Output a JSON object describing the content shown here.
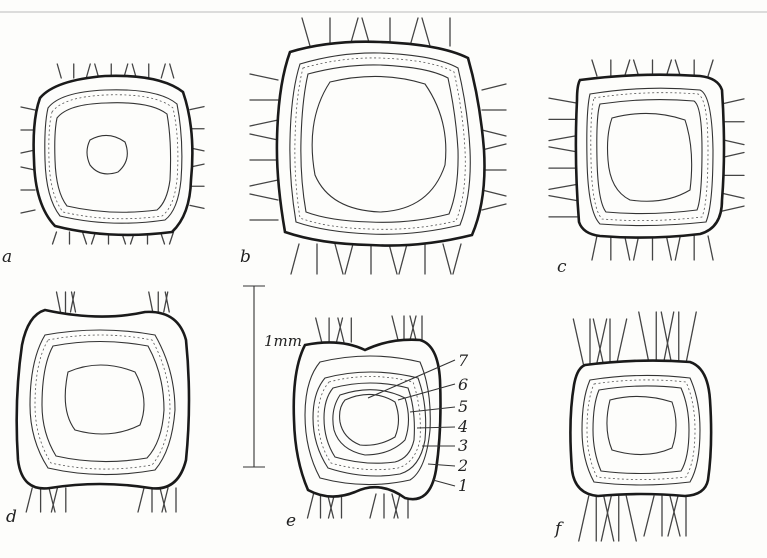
{
  "figure": {
    "panels": [
      {
        "id": "a",
        "label": "a"
      },
      {
        "id": "b",
        "label": "b"
      },
      {
        "id": "c",
        "label": "c"
      },
      {
        "id": "d",
        "label": "d"
      },
      {
        "id": "e",
        "label": "e"
      },
      {
        "id": "f",
        "label": "f"
      }
    ],
    "scale_bar": {
      "label": "1mm"
    },
    "layer_labels": [
      "7",
      "6",
      "5",
      "4",
      "3",
      "2",
      "1"
    ],
    "colors": {
      "ink": "#1a1a1a",
      "paper": "#fdfdfb"
    }
  }
}
